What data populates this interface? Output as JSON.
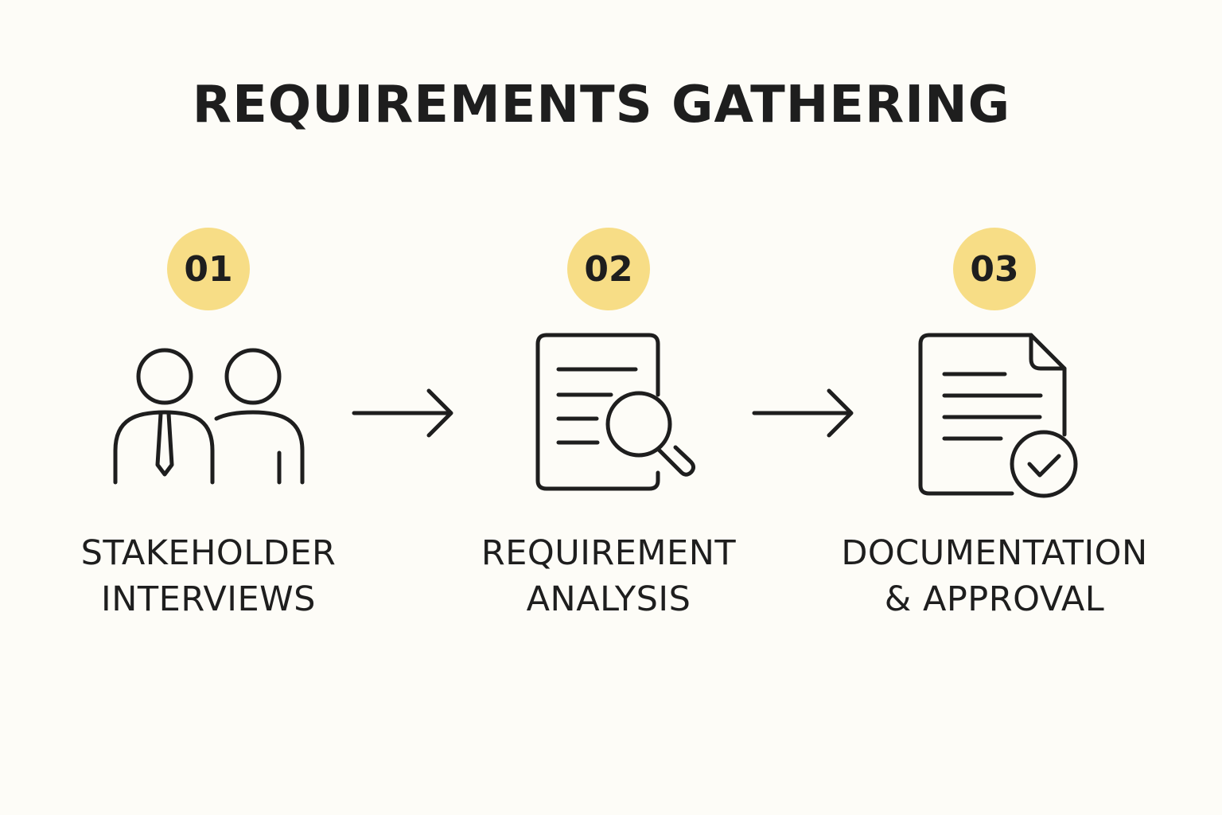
{
  "title": "REQUIREMENTS GATHERING",
  "steps": [
    {
      "number": "01",
      "label_line1": "STAKEHOLDER",
      "label_line2": "INTERVIEWS",
      "icon": "people-icon"
    },
    {
      "number": "02",
      "label_line1": "REQUIREMENT",
      "label_line2": "ANALYSIS",
      "icon": "document-search-icon"
    },
    {
      "number": "03",
      "label_line1": "DOCUMENTATION",
      "label_line2": "& APPROVAL",
      "icon": "document-approved-icon"
    }
  ],
  "colors": {
    "background": "#fdfcf7",
    "badge": "#f7dd86",
    "ink": "#1e1e1e"
  }
}
